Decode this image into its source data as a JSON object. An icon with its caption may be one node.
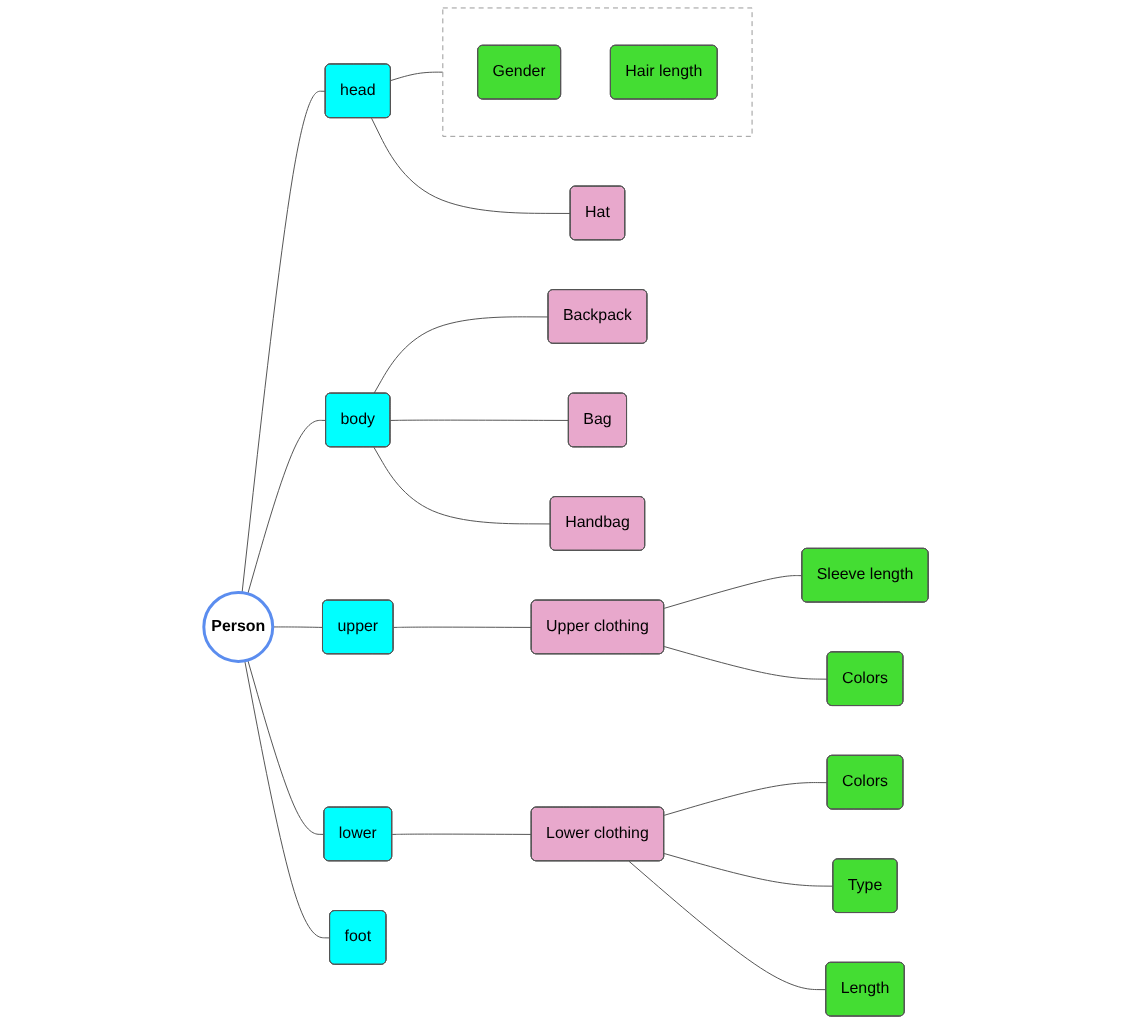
{
  "diagram": {
    "nodes": [
      {
        "text": [
          "Person"
        ]
      },
      {
        "text": [
          "head"
        ]
      },
      {
        "text": [],
        "shape": "box"
      },
      {
        "text": [
          "Gender"
        ],
        "in": 2
      },
      {
        "text": [
          "Hair length"
        ],
        "in": 2
      },
      {
        "text": [
          "Hat"
        ]
      },
      {
        "text": [
          "body"
        ]
      },
      {
        "text": [
          "Backpack"
        ]
      },
      {
        "text": [
          "Bag"
        ]
      },
      {
        "text": [
          "Handbag"
        ]
      },
      {
        "text": [
          "upper"
        ]
      },
      {
        "text": [
          "Upper clothing"
        ]
      },
      {
        "text": [
          "Sleeve length"
        ]
      },
      {
        "text": [
          "Colors"
        ]
      },
      {
        "text": [
          "lower"
        ]
      },
      {
        "text": [
          "Lower clothing"
        ]
      },
      {
        "text": [
          "Colors"
        ]
      },
      {
        "text": [
          "Type"
        ]
      },
      {
        "text": [
          "Length"
        ]
      },
      {
        "text": [
          "foot"
        ]
      }
    ],
    "edges": [
      {
        "from": 0,
        "to": 1,
        "arrow": "none"
      },
      {
        "from": 0,
        "to": 6,
        "arrow": "none"
      },
      {
        "from": 0,
        "to": 10,
        "arrow": "none"
      },
      {
        "from": 0,
        "to": 14,
        "arrow": "none"
      },
      {
        "from": 0,
        "to": 19,
        "arrow": "none"
      },
      {
        "from": 1,
        "to": 2,
        "arrow": "none"
      },
      {
        "from": 1,
        "to": 5,
        "arrow": "none"
      },
      {
        "from": 6,
        "to": 7,
        "arrow": "none"
      },
      {
        "from": 6,
        "to": 8,
        "arrow": "none"
      },
      {
        "from": 6,
        "to": 9,
        "arrow": "none"
      },
      {
        "from": 10,
        "to": 11,
        "arrow": "none"
      },
      {
        "from": 11,
        "to": 12,
        "arrow": "none"
      },
      {
        "from": 11,
        "to": 13,
        "arrow": "none"
      },
      {
        "from": 14,
        "to": 15,
        "arrow": "none"
      },
      {
        "from": 15,
        "to": 16,
        "arrow": "none"
      },
      {
        "from": 15,
        "to": 17,
        "arrow": "none"
      },
      {
        "from": 15,
        "to": 18,
        "arrow": "none"
      }
    ]
  }
}
